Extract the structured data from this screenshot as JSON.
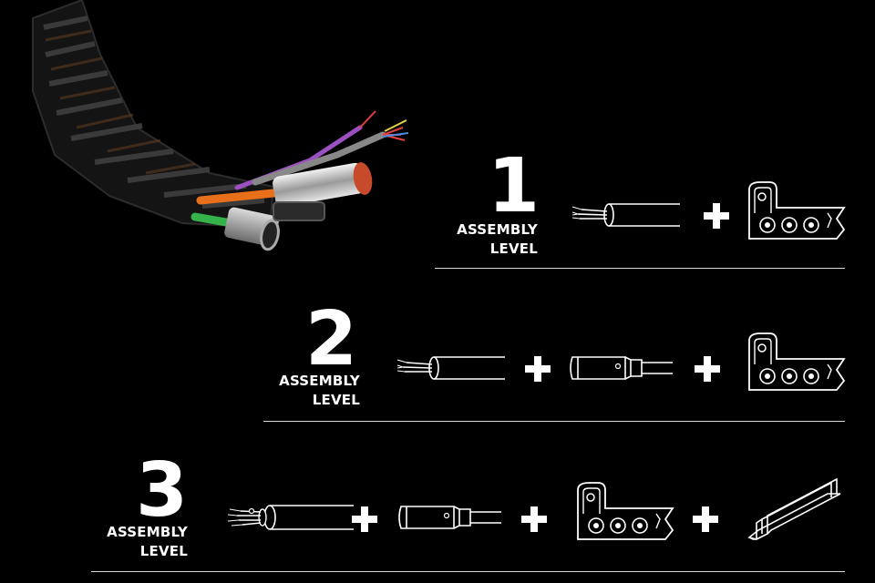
{
  "levels": [
    {
      "number": "1",
      "label_line1": "ASSEMBLY",
      "label_line2": "LEVEL",
      "components": [
        "cable-icon",
        "plus-icon",
        "chain-link-icon"
      ]
    },
    {
      "number": "2",
      "label_line1": "ASSEMBLY",
      "label_line2": "LEVEL",
      "components": [
        "cable-icon",
        "plus-icon",
        "connector-icon",
        "plus-icon",
        "chain-link-icon"
      ]
    },
    {
      "number": "3",
      "label_line1": "ASSEMBLY",
      "label_line2": "LEVEL",
      "components": [
        "cable-icon",
        "plus-icon",
        "connector-icon",
        "plus-icon",
        "chain-link-icon",
        "plus-icon",
        "guide-trough-icon"
      ]
    }
  ],
  "colors": {
    "background": "#000000",
    "foreground": "#ffffff",
    "rule": "#d8d8d8",
    "cable_orange": "#e8701a",
    "cable_purple": "#9b4fc0",
    "cable_green": "#35b34a"
  },
  "photo": {
    "icon": "energy-chain-with-cables-photo"
  }
}
